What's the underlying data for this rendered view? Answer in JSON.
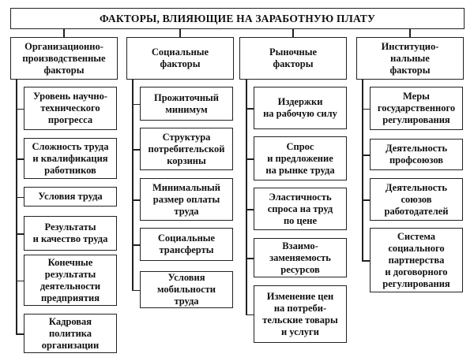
{
  "title": "ФАКТОРЫ, ВЛИЯЮЩИЕ НА ЗАРАБОТНУЮ ПЛАТУ",
  "columns": [
    {
      "header": "Организационно-\nпроизводственные\nфакторы",
      "items": [
        "Уровень научно-\nтехнического\nпрогресса",
        "Сложность труда\nи квалификация\nработников",
        "Условия труда",
        "Результаты\nи качество труда",
        "Конечные\nрезультаты\nдеятельности\nпредприятия",
        "Кадровая\nполитика\nорганизации"
      ]
    },
    {
      "header": "Социальные\nфакторы",
      "items": [
        "Прожиточный\nминимум",
        "Структура\nпотребительской\nкорзины",
        "Минимальный\nразмер оплаты\nтруда",
        "Социальные\nтрансферты",
        "Условия\nмобильности\nтруда"
      ]
    },
    {
      "header": "Рыночные\nфакторы",
      "items": [
        "Издержки\nна рабочую силу",
        "Спрос\nи предложение\nна рынке труда",
        "Эластичность\nспроса на труд\nпо цене",
        "Взаимо-\nзаменяемость\nресурсов",
        "Изменение цен\nна потреби-\nтельские товары\nи услуги"
      ]
    },
    {
      "header": "Институцио-\nнальные\nфакторы",
      "items": [
        "Меры\nгосударственного\nрегулирования",
        "Деятельность\nпрофсоюзов",
        "Деятельность\nсоюзов\nработодателей",
        "Система\nсоциального\nпартнерства\nи договорного\nрегулирования"
      ]
    }
  ]
}
